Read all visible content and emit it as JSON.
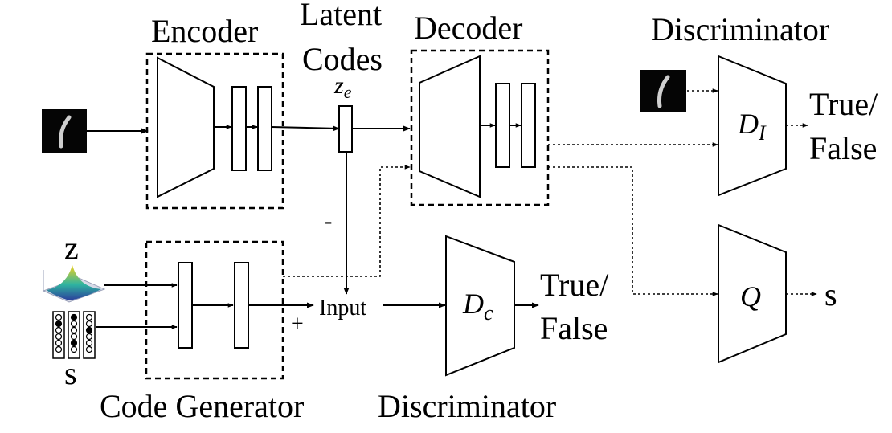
{
  "labels": {
    "encoder": "Encoder",
    "latent_line1": "Latent",
    "latent_line2": "Codes",
    "ze_main": "z",
    "ze_sub": "e",
    "decoder": "Decoder",
    "discriminator_top": "Discriminator",
    "di_main": "D",
    "di_sub": "I",
    "true_top": "True/",
    "false_top": "False",
    "minus": "-",
    "plus": "+",
    "input": "Input",
    "dc_main": "D",
    "dc_sub": "c",
    "true_mid": "True/",
    "false_mid": "False",
    "q": "Q",
    "s_out": "s",
    "z": "z",
    "s_in": "s",
    "code_generator": "Code Generator",
    "discriminator_bottom": "Discriminator"
  },
  "icons": {
    "input_digit": "handwritten-digit-one-image",
    "real_digit": "handwritten-digit-one-image",
    "z_prior": "gaussian-surface-plot",
    "s_code": "one-hot-categorical-code-columns"
  },
  "colors": {
    "surface_peak": "#f2d21b",
    "surface_mid": "#2fb4a0",
    "surface_low": "#2c3e9c"
  }
}
